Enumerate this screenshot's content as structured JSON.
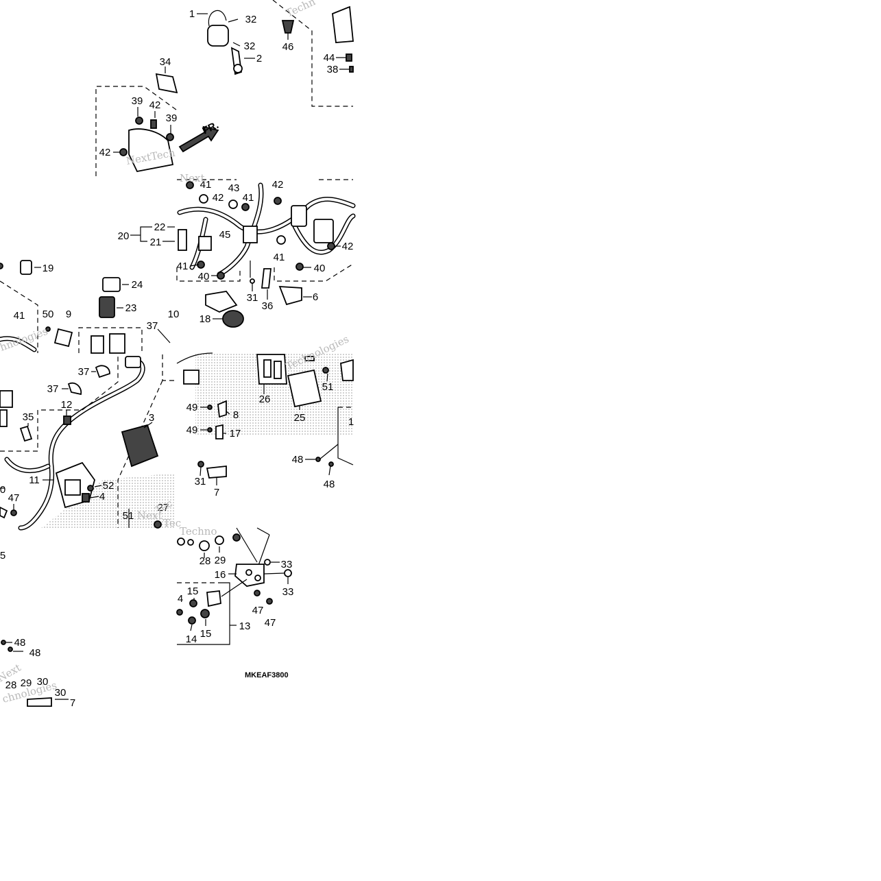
{
  "diagram": {
    "code": "MKEAF3800",
    "fr_label": "FR.",
    "watermarks": [
      "Techn",
      "NextTech",
      "hnologies",
      "Next",
      "Technologies",
      "Tec",
      "Techno",
      "Next",
      "Tec",
      "Next",
      "chnologies"
    ]
  },
  "callouts": [
    "1",
    "32",
    "32",
    "2",
    "46",
    "44",
    "38",
    "34",
    "39",
    "42",
    "39",
    "42",
    "41",
    "43",
    "42",
    "42",
    "41",
    "20",
    "22",
    "21",
    "45",
    "41",
    "42",
    "40",
    "41",
    "40",
    "31",
    "36",
    "6",
    "18",
    "19",
    "24",
    "23",
    "50",
    "9",
    "41",
    "37",
    "10",
    "37",
    "37",
    "12",
    "3",
    "35",
    "11",
    "52",
    "4",
    "47",
    "51",
    "27",
    "0",
    "26",
    "25",
    "51",
    "49",
    "8",
    "49",
    "17",
    "48",
    "48",
    "31",
    "7",
    "1",
    "28",
    "29",
    "33",
    "16",
    "33",
    "15",
    "4",
    "47",
    "47",
    "13",
    "14",
    "15",
    "5",
    "48",
    "48",
    "28",
    "29",
    "30",
    "30",
    "7"
  ]
}
